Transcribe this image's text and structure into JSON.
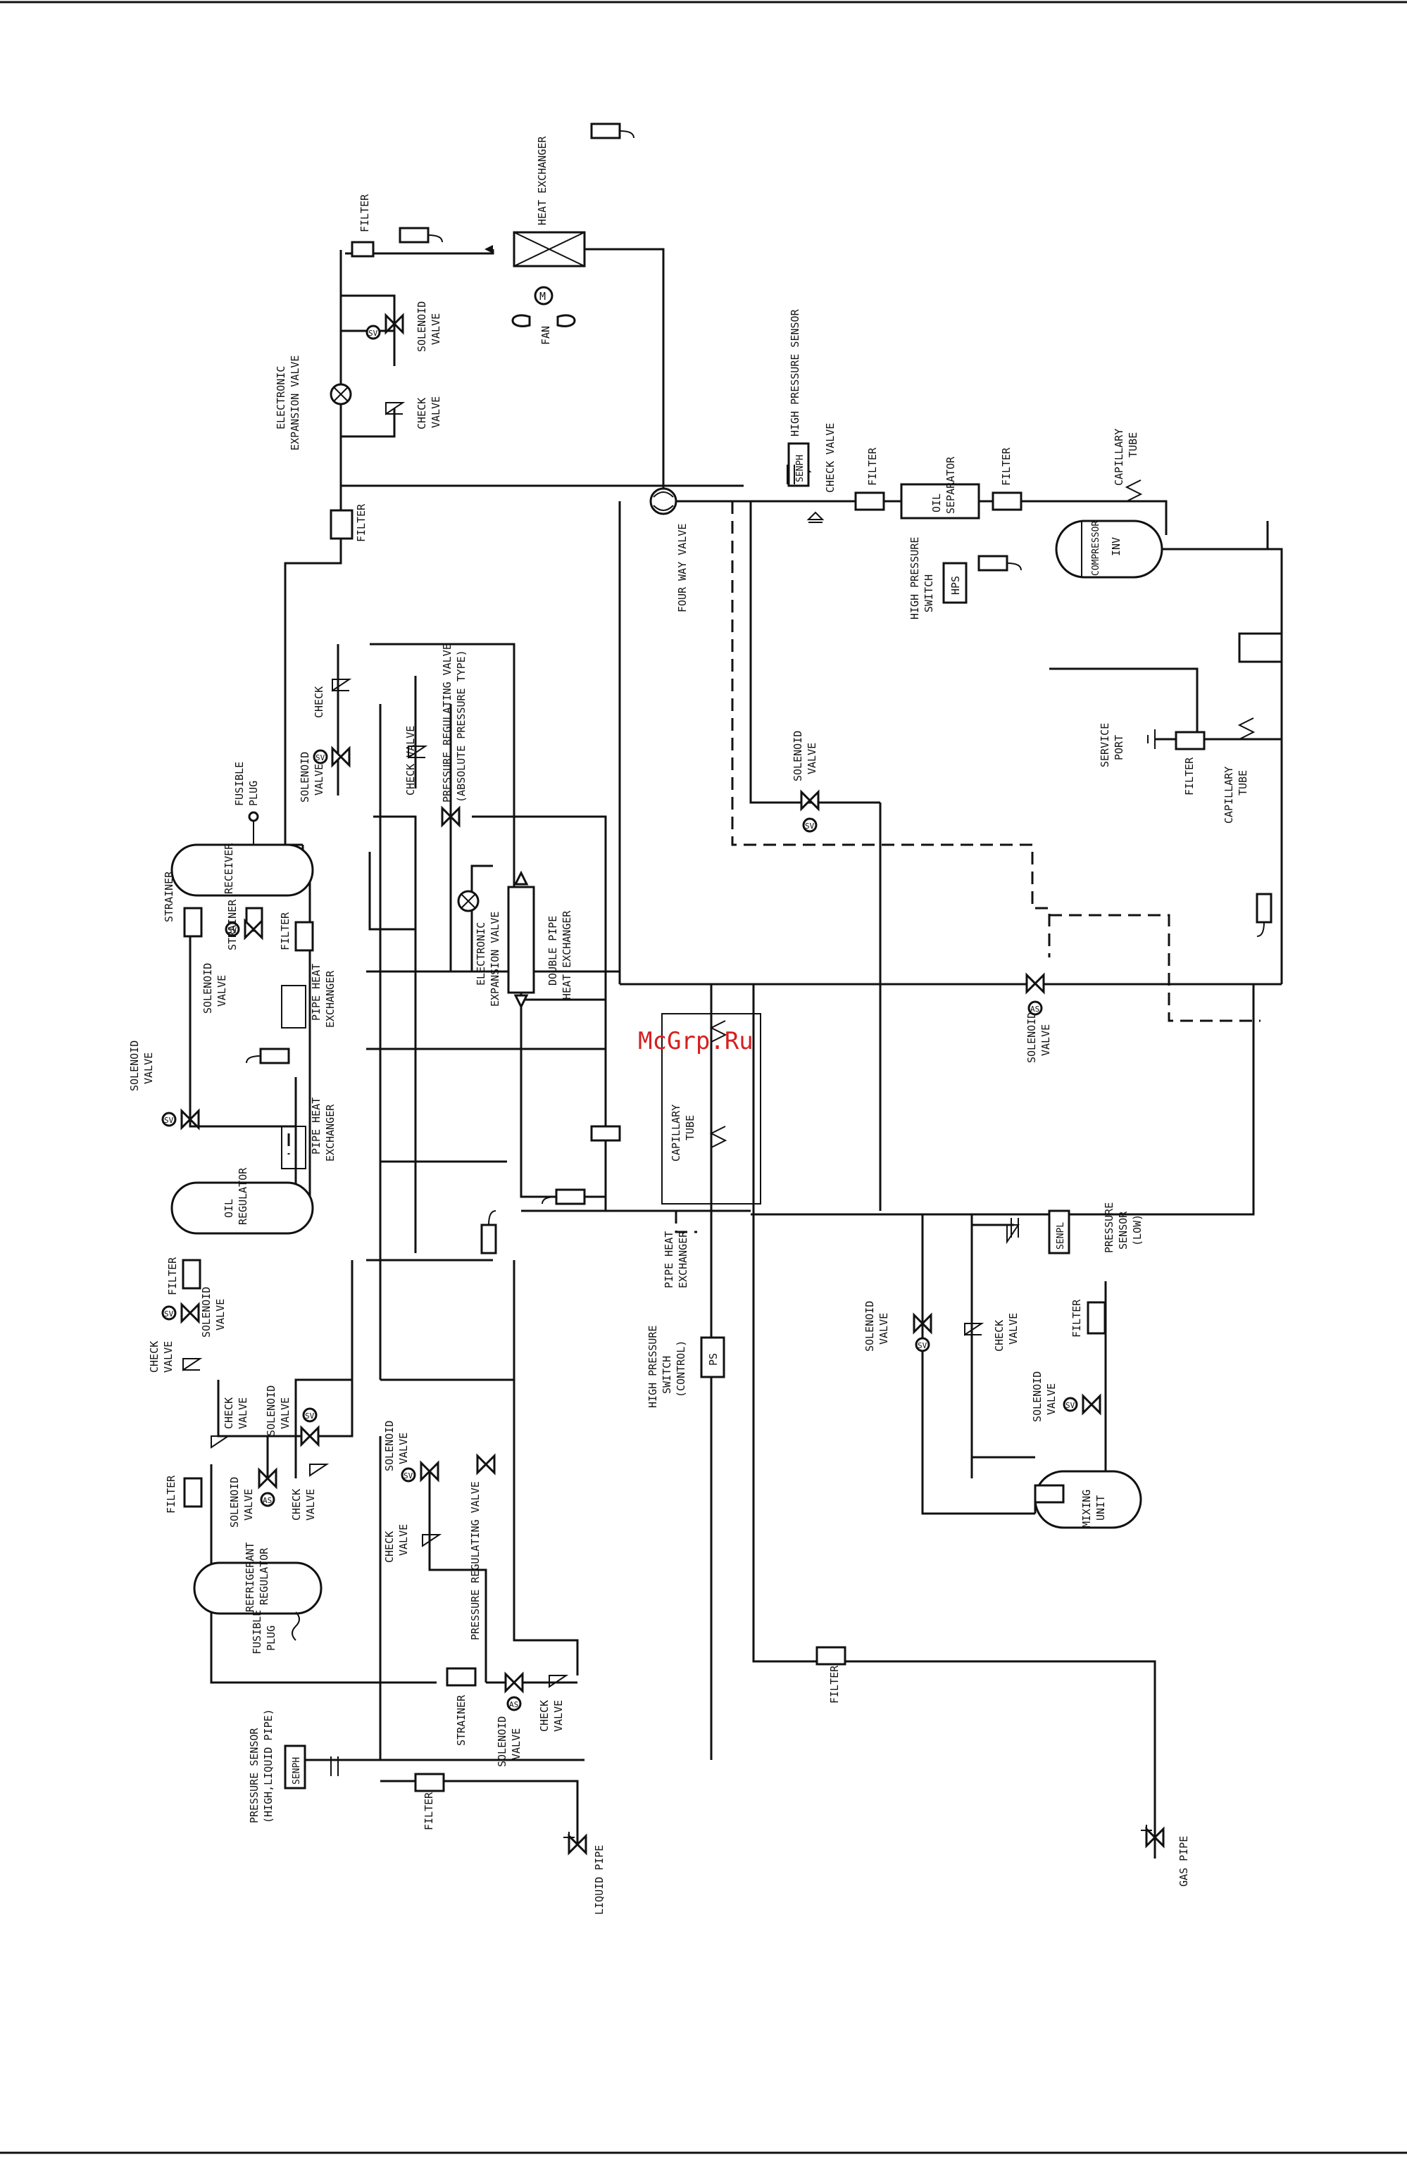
{
  "watermark": "McGrp.Ru",
  "labels": {
    "heat_exchanger": "HEAT EXCHANGER",
    "filter": "FILTER",
    "fan": "FAN",
    "fan_motor": "M",
    "solenoid_valve": [
      "SOLENOID",
      "VALVE"
    ],
    "check_valve": [
      "CHECK",
      "VALVE"
    ],
    "check_valve_single": "CHECK VALVE",
    "electronic_expansion_valve": [
      "ELECTRONIC",
      "EXPANSION VALVE"
    ],
    "high_pressure_sensor": "HIGH PRESSURE SENSOR",
    "senph": "SENPH",
    "senpl": "SENPL",
    "four_way_valve": "FOUR WAY VALVE",
    "oil_separator": [
      "OIL",
      "SEPARATOR"
    ],
    "capillary_tube": [
      "CAPILLARY",
      "TUBE"
    ],
    "compressor": "COMPRESSOR",
    "inv": "INV",
    "high_pressure_switch": [
      "HIGH PRESSURE",
      "SWITCH"
    ],
    "hps": "HPS",
    "service_port": [
      "SERVICE",
      "PORT"
    ],
    "pressure_regulating_valve_abs": [
      "PRESSURE REGULATING VALVE",
      "(ABSOLUTE PRESSURE TYPE)"
    ],
    "pressure_regulating_valve": "PRESSURE REGULATING VALVE",
    "fusible_plug": [
      "FUSIBLE",
      "PLUG"
    ],
    "receiver": "RECEIVER",
    "strainer": "STRAINER",
    "pipe_heat_exchanger": [
      "PIPE HEAT",
      "EXCHANGER"
    ],
    "double_pipe_heat_exchanger": [
      "DOUBLE PIPE",
      "HEAT EXCHANGER"
    ],
    "oil_regulator": [
      "OIL",
      "REGULATOR"
    ],
    "refrigerant_regulator": [
      "REFRIGERANT",
      "REGULATOR"
    ],
    "pressure_sensor_low": [
      "PRESSURE",
      "SENSOR",
      "(LOW)"
    ],
    "pressure_sensor_high_liquid": [
      "PRESSURE SENSOR",
      "(HIGH,LIQUID PIPE)"
    ],
    "high_pressure_switch_control": [
      "HIGH PRESSURE",
      "SWITCH",
      "(CONTROL)"
    ],
    "ps": "PS",
    "mixing_unit": [
      "MIXING",
      "UNIT"
    ],
    "liquid_pipe": "LIQUID PIPE",
    "gas_pipe": "GAS PIPE",
    "sv": "SV",
    "as": "AS"
  }
}
